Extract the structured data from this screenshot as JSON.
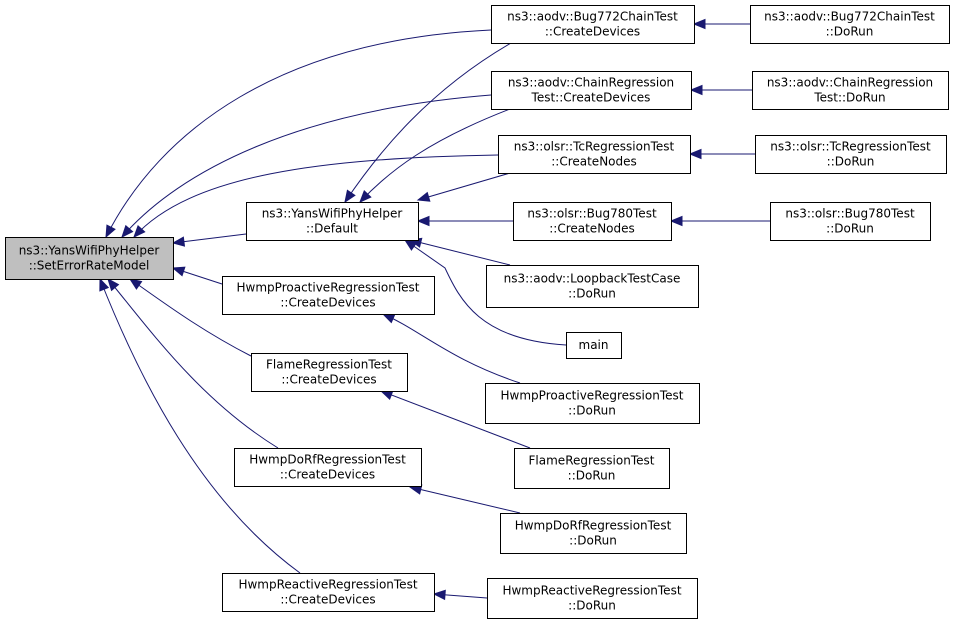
{
  "nodes": [
    {
      "id": "root",
      "lines": [
        "ns3::YansWifiPhyHelper",
        "::SetErrorRateModel"
      ],
      "root": true
    },
    {
      "id": "default",
      "lines": [
        "ns3::YansWifiPhyHelper",
        "::Default"
      ]
    },
    {
      "id": "hp_cd",
      "lines": [
        "HwmpProactiveRegressionTest",
        "::CreateDevices"
      ]
    },
    {
      "id": "fl_cd",
      "lines": [
        "FlameRegressionTest",
        "::CreateDevices"
      ]
    },
    {
      "id": "hd_cd",
      "lines": [
        "HwmpDoRfRegressionTest",
        "::CreateDevices"
      ]
    },
    {
      "id": "hr_cd",
      "lines": [
        "HwmpReactiveRegressionTest",
        "::CreateDevices"
      ]
    },
    {
      "id": "b772_cd",
      "lines": [
        "ns3::aodv::Bug772ChainTest",
        "::CreateDevices"
      ]
    },
    {
      "id": "chain_cd",
      "lines": [
        "ns3::aodv::ChainRegression",
        "Test::CreateDevices"
      ]
    },
    {
      "id": "tc_cn",
      "lines": [
        "ns3::olsr::TcRegressionTest",
        "::CreateNodes"
      ]
    },
    {
      "id": "b780_cn",
      "lines": [
        "ns3::olsr::Bug780Test",
        "::CreateNodes"
      ]
    },
    {
      "id": "loop_dr",
      "lines": [
        "ns3::aodv::LoopbackTestCase",
        "::DoRun"
      ]
    },
    {
      "id": "main",
      "lines": [
        "main"
      ]
    },
    {
      "id": "hp_dr",
      "lines": [
        "HwmpProactiveRegressionTest",
        "::DoRun"
      ]
    },
    {
      "id": "fl_dr",
      "lines": [
        "FlameRegressionTest",
        "::DoRun"
      ]
    },
    {
      "id": "hd_dr",
      "lines": [
        "HwmpDoRfRegressionTest",
        "::DoRun"
      ]
    },
    {
      "id": "hr_dr",
      "lines": [
        "HwmpReactiveRegressionTest",
        "::DoRun"
      ]
    },
    {
      "id": "b772_dr",
      "lines": [
        "ns3::aodv::Bug772ChainTest",
        "::DoRun"
      ]
    },
    {
      "id": "chain_dr",
      "lines": [
        "ns3::aodv::ChainRegression",
        "Test::DoRun"
      ]
    },
    {
      "id": "tc_dr",
      "lines": [
        "ns3::olsr::TcRegressionTest",
        "::DoRun"
      ]
    },
    {
      "id": "b780_dr",
      "lines": [
        "ns3::olsr::Bug780Test",
        "::DoRun"
      ]
    }
  ],
  "edges": [
    {
      "from": "default",
      "to": "root"
    },
    {
      "from": "hp_cd",
      "to": "root"
    },
    {
      "from": "fl_cd",
      "to": "root"
    },
    {
      "from": "hd_cd",
      "to": "root"
    },
    {
      "from": "hr_cd",
      "to": "root"
    },
    {
      "from": "b772_cd",
      "to": "root"
    },
    {
      "from": "chain_cd",
      "to": "root"
    },
    {
      "from": "tc_cn",
      "to": "root"
    },
    {
      "from": "b772_cd",
      "to": "default"
    },
    {
      "from": "chain_cd",
      "to": "default"
    },
    {
      "from": "tc_cn",
      "to": "default"
    },
    {
      "from": "b780_cn",
      "to": "default"
    },
    {
      "from": "loop_dr",
      "to": "default"
    },
    {
      "from": "main",
      "to": "default"
    },
    {
      "from": "hp_dr",
      "to": "hp_cd"
    },
    {
      "from": "fl_dr",
      "to": "fl_cd"
    },
    {
      "from": "hd_dr",
      "to": "hd_cd"
    },
    {
      "from": "hr_dr",
      "to": "hr_cd"
    },
    {
      "from": "b772_dr",
      "to": "b772_cd"
    },
    {
      "from": "chain_dr",
      "to": "chain_cd"
    },
    {
      "from": "tc_dr",
      "to": "tc_cn"
    },
    {
      "from": "b780_dr",
      "to": "b780_cn"
    }
  ],
  "colors": {
    "edge": "#191970",
    "root_fill": "#bfbfbf",
    "node_fill": "#ffffff",
    "border": "#000000"
  }
}
